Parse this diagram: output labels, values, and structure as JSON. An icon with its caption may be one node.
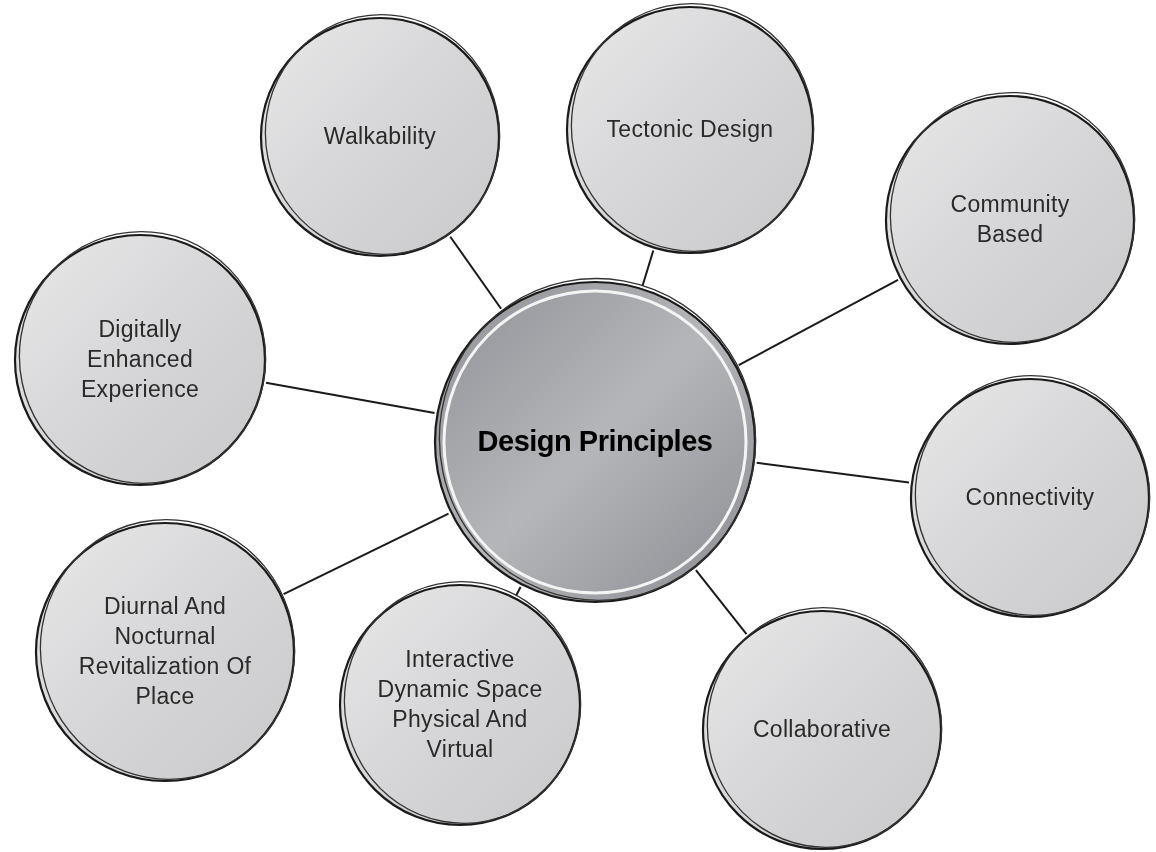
{
  "diagram": {
    "nodes": [
      {
        "text": [
          "Walkability"
        ]
      },
      {
        "text": [
          "Tectonic Design"
        ]
      },
      {
        "text": [
          "Community Based"
        ]
      },
      {
        "text": [
          "Digitally Enhanced Experience"
        ]
      },
      {
        "text": [
          "Design Principles"
        ]
      },
      {
        "text": [
          "Connectivity"
        ]
      },
      {
        "text": [
          "Diurnal And Nocturnal Revitalization Of Place"
        ]
      },
      {
        "text": [
          "Interactive Dynamic Space Physical And Virtual"
        ]
      },
      {
        "text": [
          "Collaborative"
        ]
      }
    ],
    "edges": [
      {
        "from": 4,
        "to": 0,
        "arrow": "none"
      },
      {
        "from": 4,
        "to": 1,
        "arrow": "none"
      },
      {
        "from": 4,
        "to": 2,
        "arrow": "none"
      },
      {
        "from": 4,
        "to": 3,
        "arrow": "none"
      },
      {
        "from": 4,
        "to": 5,
        "arrow": "none"
      },
      {
        "from": 4,
        "to": 6,
        "arrow": "none"
      },
      {
        "from": 4,
        "to": 7,
        "arrow": "none"
      },
      {
        "from": 4,
        "to": 8,
        "arrow": "none"
      }
    ]
  }
}
